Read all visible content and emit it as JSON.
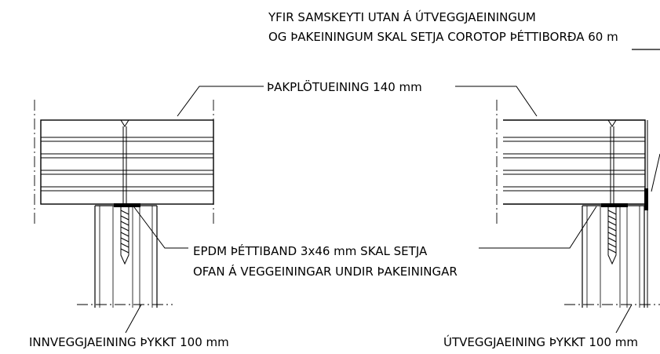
{
  "notes": {
    "top_line1": "YFIR SAMSKEYTI UTAN Á ÚTVEGGJAEININGUM",
    "top_line2": "OG ÞAKEININGUM SKAL SETJA COROTOP ÞÉTTIBORÐA 60 m",
    "roof_panel": "ÞAKPLÖTUEINING 140 mm",
    "epdm_line1": "EPDM ÞÉTTIBAND 3x46 mm SKAL SETJA",
    "epdm_line2": "OFAN Á VEGGEININGAR UNDIR ÞAKEININGAR",
    "inner_wall": "INNVEGGJAEINING ÞYKKT 100 mm",
    "outer_wall": "ÚTVEGGJAEINING ÞYKKT 100 mm"
  }
}
